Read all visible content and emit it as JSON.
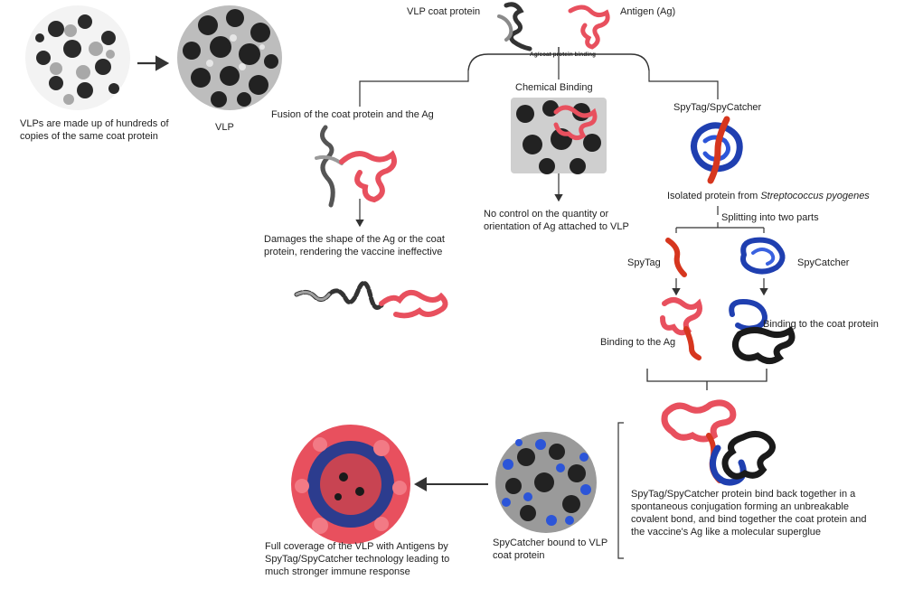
{
  "labels": {
    "vlp_description": "VLPs are made up of hundreds of copies of the same coat protein",
    "vlp": "VLP",
    "vlp_coat_protein": "VLP coat protein",
    "antigen": "Antigen (Ag)",
    "ag_coat_binding": "Ag/coat protein binding",
    "fusion": "Fusion of the coat protein and the Ag",
    "chemical_binding": "Chemical Binding",
    "spytag_spycatcher": "SpyTag/SpyCatcher",
    "isolated_protein_prefix": "Isolated protein from ",
    "isolated_protein_species": "Streptococcus pyogenes",
    "splitting": "Splitting into two parts",
    "spytag": "SpyTag",
    "spycatcher": "SpyCatcher",
    "damages": "Damages the shape of the Ag or the coat protein, rendering the vaccine ineffective",
    "no_control": "No control on the quantity or orientation of Ag attached to VLP",
    "binding_ag": "Binding to the Ag",
    "binding_coat": "Binding to the coat protein",
    "bind_back": "SpyTag/SpyCatcher protein bind back together in a spontaneous conjugation forming an unbreakable covalent bond, and bind together the coat protein and the vaccine's Ag like a molecular superglue",
    "spycatcher_bound": "SpyCatcher bound to VLP coat protein",
    "full_coverage": "Full coverage of the VLP with Antigens by SpyTag/SpyCatcher technology leading to much stronger immune response"
  },
  "colors": {
    "coat_protein": "#2a2a2a",
    "coat_protein_light": "#9a9a9a",
    "antigen": "#e8505e",
    "spytag": "#d6361e",
    "spycatcher": "#1f3fb0",
    "line": "#333333"
  }
}
